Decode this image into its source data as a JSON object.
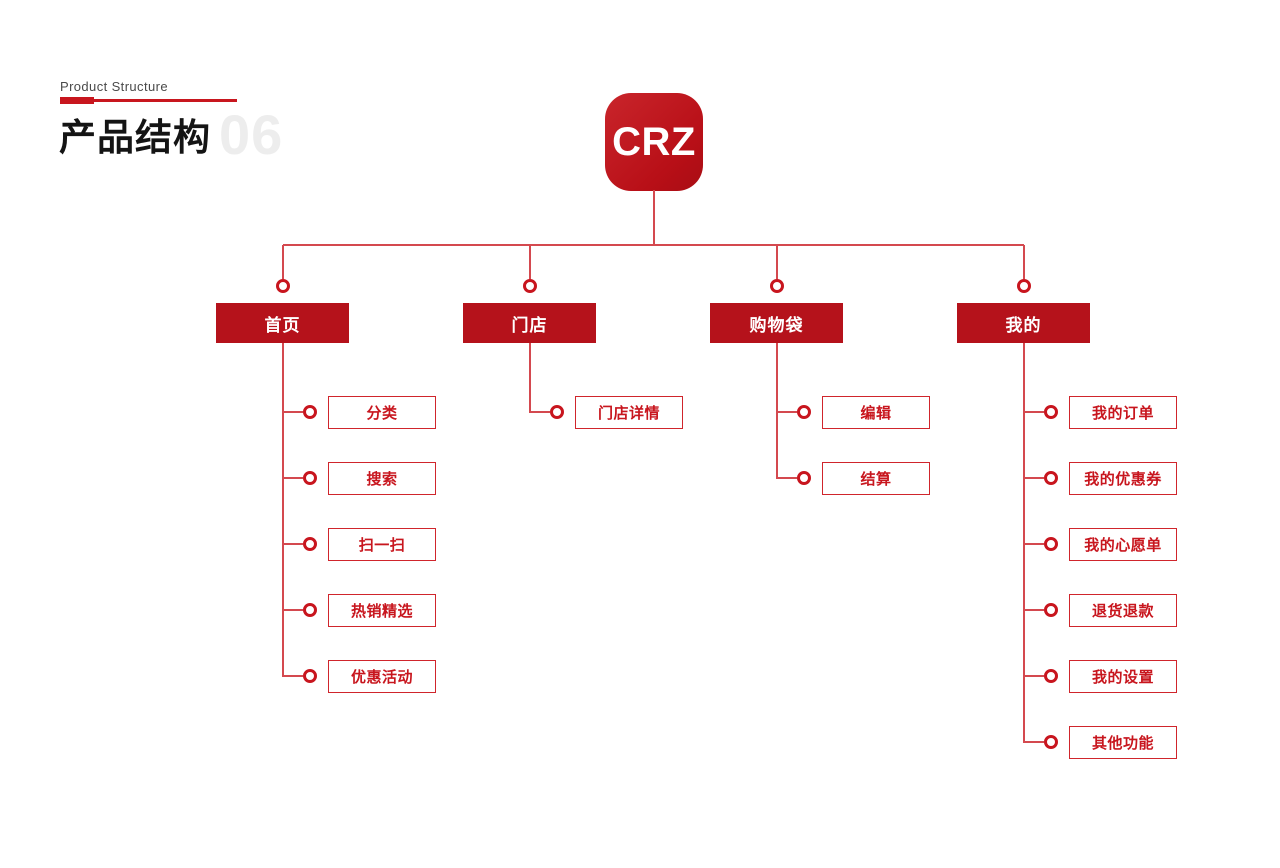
{
  "header": {
    "eyebrow": "Product Structure",
    "title": "产品结构",
    "page_number": "06"
  },
  "logo": {
    "text": "CRZ"
  },
  "tree": {
    "branches": [
      {
        "label": "首页",
        "children": [
          "分类",
          "搜索",
          "扫一扫",
          "热销精选",
          "优惠活动"
        ]
      },
      {
        "label": "门店",
        "children": [
          "门店详情"
        ]
      },
      {
        "label": "购物袋",
        "children": [
          "编辑",
          "结算"
        ]
      },
      {
        "label": "我的",
        "children": [
          "我的订单",
          "我的优惠券",
          "我的心愿单",
          "退货退款",
          "我的设置",
          "其他功能"
        ]
      }
    ]
  },
  "colors": {
    "node_fill": "#b5121b",
    "logo_fill": "#c01c22",
    "connector_line": "#d4494f",
    "outline_red": "#d0252c",
    "item_text_red": "#c8161e",
    "title_black": "#141414",
    "eyebrow_gray": "#4a4a4a",
    "page_number_gray": "#ededed"
  }
}
